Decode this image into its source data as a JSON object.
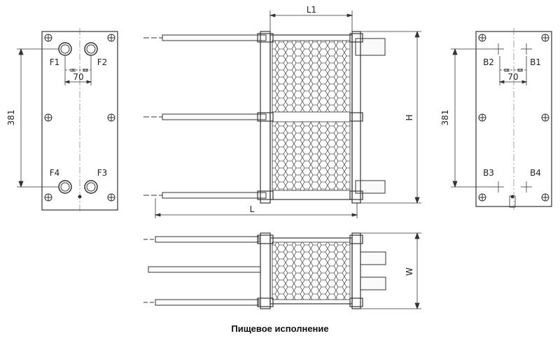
{
  "caption": "Пищевое исполнение",
  "front_plate": {
    "ports": [
      "F1",
      "F2",
      "F3",
      "F4"
    ],
    "width_dim": "70",
    "height_dim": "381",
    "equal_mark": "="
  },
  "back_plate": {
    "ports": [
      "B1",
      "B2",
      "B3",
      "B4"
    ],
    "width_dim": "70",
    "height_dim": "381",
    "equal_mark": "="
  },
  "side_view": {
    "dim_l1": "L1",
    "dim_h": "H",
    "dim_l": "L"
  },
  "top_view": {
    "dim_w": "W"
  },
  "colors": {
    "line": "#333333",
    "hatch": "#555555",
    "fill": "#f4f4f4"
  }
}
